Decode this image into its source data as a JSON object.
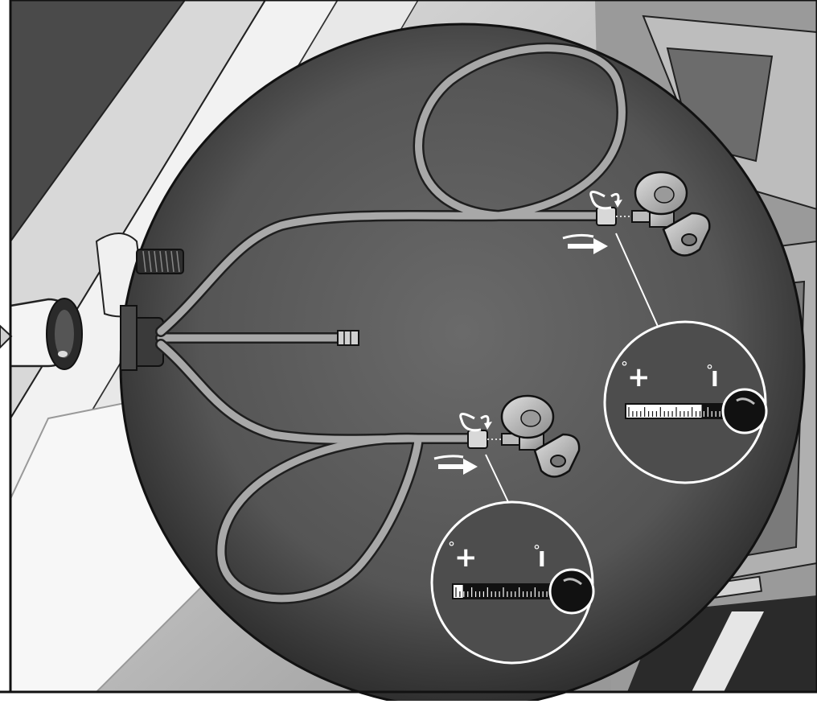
{
  "colors": {
    "background_light": "#c9c9c9",
    "background_dark": "#4a4a4a",
    "circle_dark": "#3a3a3a",
    "circle_mid": "#6a6a6a",
    "hose": "#9a9a9a",
    "hose_edge": "#2a2a2a",
    "white": "#ffffff",
    "black": "#111111"
  },
  "icons": {
    "hot_symbol": "+",
    "cold_symbol": "I",
    "degree": "°"
  },
  "gauges": [
    {
      "id": "gauge-top",
      "hot_label": "+",
      "cold_label": "I",
      "degree_mark": "°",
      "fill_fraction": 0.25
    },
    {
      "id": "gauge-bottom",
      "hot_label": "+",
      "cold_label": "I",
      "degree_mark": "°",
      "fill_fraction": 0.9
    }
  ]
}
